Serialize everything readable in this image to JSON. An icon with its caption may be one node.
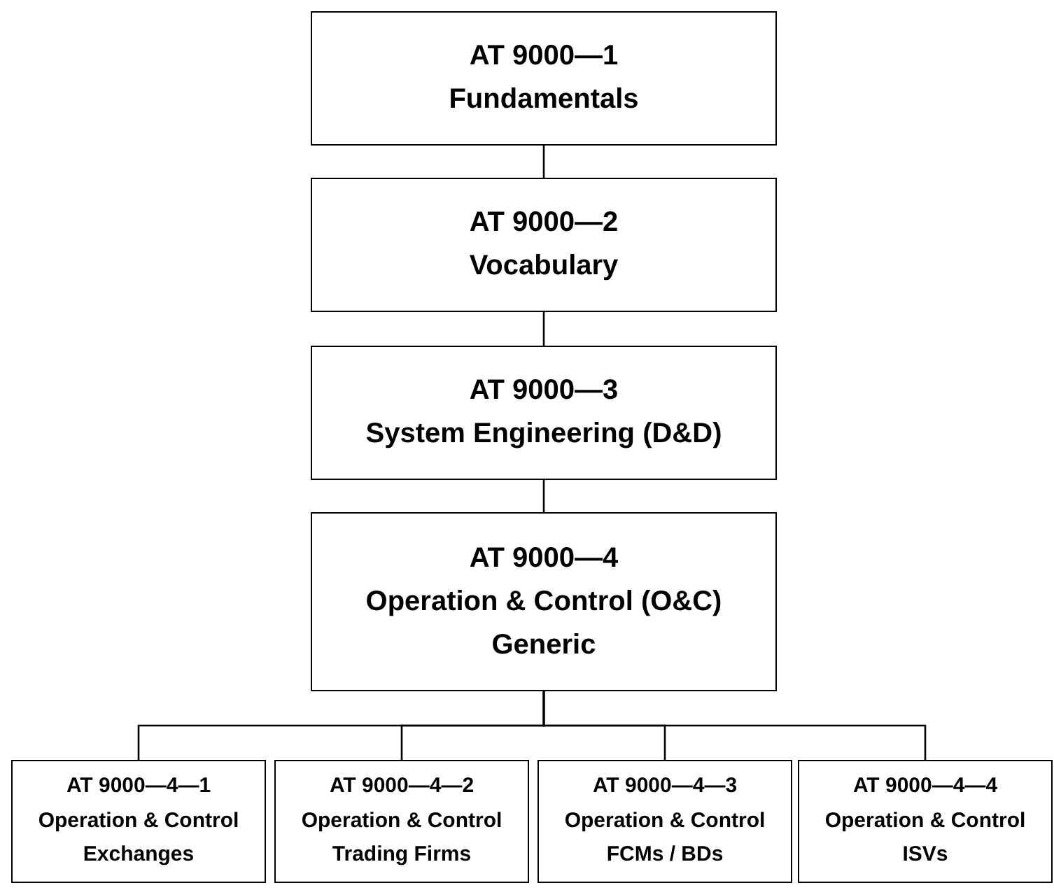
{
  "diagram": {
    "nodes": [
      {
        "text": [
          "AT 9000—1",
          "Fundamentals"
        ]
      },
      {
        "text": [
          "AT 9000—2",
          "Vocabulary"
        ]
      },
      {
        "text": [
          "AT 9000—3",
          "System Engineering (D&D)"
        ]
      },
      {
        "text": [
          "AT 9000—4",
          "Operation & Control (O&C)",
          "Generic"
        ]
      },
      {
        "text": [
          "AT 9000—4—1",
          "Operation & Control",
          "Exchanges"
        ]
      },
      {
        "text": [
          "AT 9000—4—2",
          "Operation & Control",
          "Trading Firms"
        ]
      },
      {
        "text": [
          "AT 9000—4—3",
          "Operation & Control",
          "FCMs / BDs"
        ]
      },
      {
        "text": [
          "AT 9000—4—4",
          "Operation & Control",
          "ISVs"
        ]
      }
    ],
    "edges": [
      {
        "from": 0,
        "to": 1,
        "arrow": "none"
      },
      {
        "from": 1,
        "to": 2,
        "arrow": "none"
      },
      {
        "from": 2,
        "to": 3,
        "arrow": "none"
      },
      {
        "from": 3,
        "to": 4,
        "arrow": "none"
      },
      {
        "from": 3,
        "to": 5,
        "arrow": "none"
      },
      {
        "from": 3,
        "to": 6,
        "arrow": "none"
      },
      {
        "from": 3,
        "to": 7,
        "arrow": "none"
      }
    ]
  }
}
